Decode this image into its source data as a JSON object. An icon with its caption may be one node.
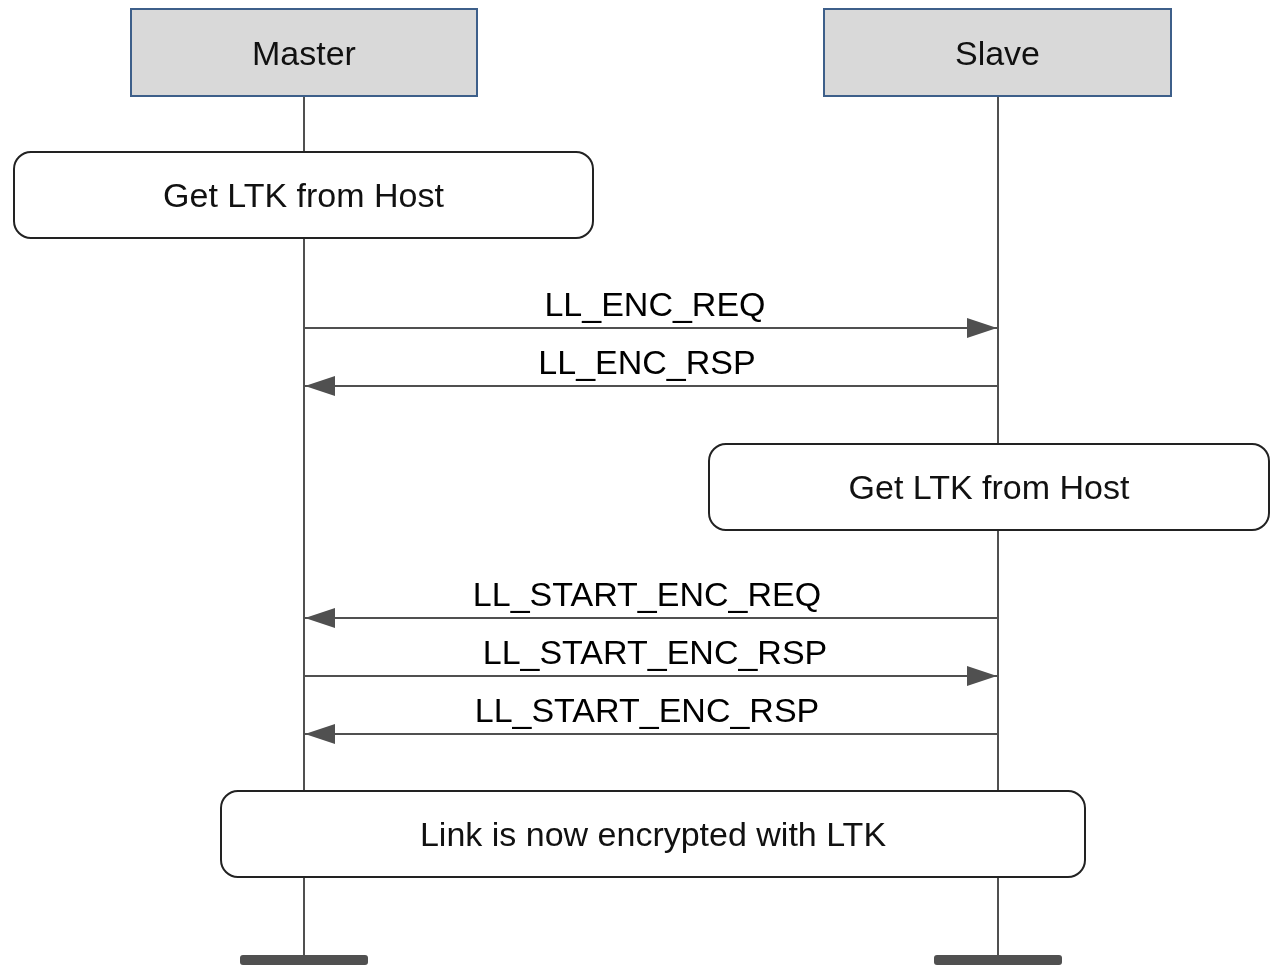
{
  "diagram": {
    "nodes": [
      {
        "text": [
          "Master"
        ]
      },
      {
        "text": [
          "Slave"
        ]
      },
      {
        "text": [
          "Get LTK from Host"
        ]
      },
      {
        "text": [
          "Get LTK from Host"
        ]
      },
      {
        "text": [
          "Link is now encrypted with LTK"
        ]
      },
      {
        "text": [],
        "shape": "bar"
      },
      {
        "text": [],
        "shape": "bar"
      },
      {
        "text": [],
        "shape": "line"
      },
      {
        "text": [],
        "shape": "line"
      },
      {
        "text": [],
        "shape": "line"
      },
      {
        "text": [],
        "shape": "line"
      },
      {
        "text": [],
        "shape": "line"
      },
      {
        "text": [],
        "shape": "line"
      }
    ],
    "edges": [
      {
        "from": 8,
        "to": 10,
        "arrow": "to",
        "label": "LL_ENC_REQ"
      },
      {
        "from": 10,
        "to": 8,
        "arrow": "to",
        "label": "LL_ENC_RSP"
      },
      {
        "from": 11,
        "to": 8,
        "arrow": "to",
        "label": "LL_START_ENC_REQ"
      },
      {
        "from": 8,
        "to": 11,
        "arrow": "to",
        "label": "LL_START_ENC_RSP"
      },
      {
        "from": 11,
        "to": 8,
        "arrow": "to",
        "label": "LL_START_ENC_RSP"
      }
    ]
  }
}
